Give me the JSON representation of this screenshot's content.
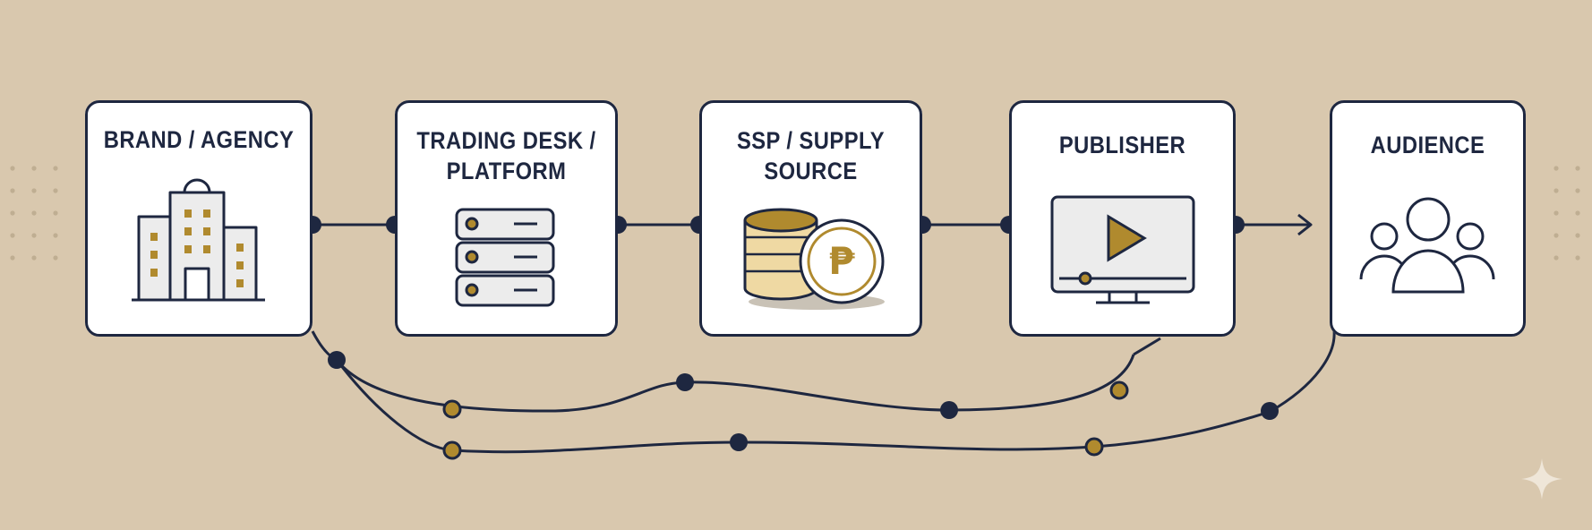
{
  "colors": {
    "background": "#d9c8ae",
    "navy": "#1e2740",
    "gold": "#b08a2e",
    "panel": "#ffffff"
  },
  "stages": [
    {
      "id": "brand",
      "lines": [
        "BRAND / AGENCY"
      ],
      "icon": "office-building-icon"
    },
    {
      "id": "trading",
      "lines": [
        "TRADING DESK /",
        "PLATFORM"
      ],
      "icon": "server-stack-icon"
    },
    {
      "id": "ssp",
      "lines": [
        "SSP / SUPPLY",
        "SOURCE"
      ],
      "icon": "coins-peso-icon"
    },
    {
      "id": "publisher",
      "lines": [
        "PUBLISHER"
      ],
      "icon": "video-monitor-icon"
    },
    {
      "id": "audience",
      "lines": [
        "AUDIENCE"
      ],
      "icon": "audience-group-icon"
    }
  ],
  "coin_symbol": "₱"
}
